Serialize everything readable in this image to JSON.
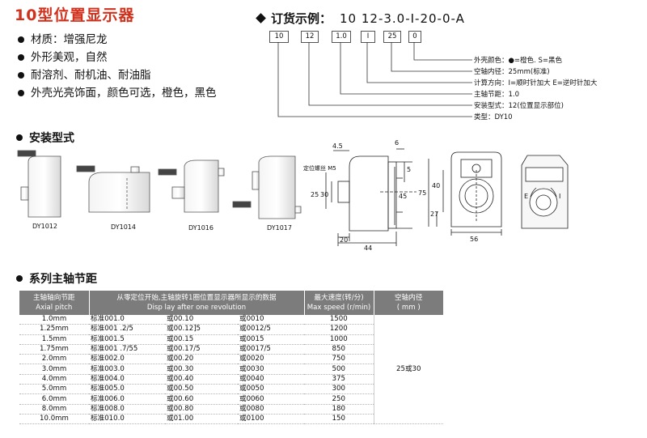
{
  "title": "10型位置显示器",
  "features": [
    "材质：增强尼龙",
    "外形美观，自然",
    "耐溶剂、耐机油、耐油脂",
    "外壳光亮饰面，颜色可选，橙色，黑色"
  ],
  "order": {
    "title": "订货示例：",
    "code": "10  12-3.0-I-20-0-A",
    "boxes": [
      "10",
      "12",
      "1.0",
      "I",
      "25",
      "0"
    ],
    "legend": [
      "外壳颜色：●=橙色. S=黑色",
      "空轴内径：25mm(标准)",
      "计算方向：I=顺时针加大  E=逆时针加大",
      "主轴节距：1.0",
      "安装型式：12(位置显示部位)",
      "类型：DY10"
    ]
  },
  "install": {
    "title": "安装型式",
    "models": [
      "DY1012",
      "DY1014",
      "DY1016",
      "DY1017"
    ],
    "dims": {
      "d45": "4.5",
      "d6": "6",
      "d5": "5",
      "d25": "25",
      "d30": "30",
      "d45b": "45",
      "d20": "20",
      "d44": "44",
      "d40": "40",
      "d75": "75",
      "d27": "27",
      "d56": "56",
      "screw": "定位螺丝 M5",
      "dir_e": "E",
      "dir_i": "I"
    }
  },
  "table_section": {
    "title": "系列主轴节距",
    "headers": {
      "pitch": "主轴轴向节距\nAxial pitch",
      "display": "从零定位开始,主轴旋转1圈位置显示器所显示的数据\nDisp lay after one revolution",
      "speed": "最大速度(转/分)\nMax speed (r/min)",
      "bore": "空轴内径\n( mm )"
    },
    "bore_value": "25或30",
    "rows": [
      [
        "1.0mm",
        "标准001.0",
        "或00.10",
        "或0010",
        "1500"
      ],
      [
        "1.25mm",
        "标准001 .2/5",
        "或00.12]5",
        "或0012/5",
        "1200"
      ],
      [
        "1.5mm",
        "标准001.5",
        "或00.15",
        "或0015",
        "1000"
      ],
      [
        "1.75mm",
        "标准001 .7/55",
        "或00.17/5",
        "或0017/5",
        "850"
      ],
      [
        "2.0mm",
        "标准002.0",
        "或00.20",
        "或0020",
        "750"
      ],
      [
        "3.0mm",
        "标准003.0",
        "或00.30",
        "或0030",
        "500"
      ],
      [
        "4.0mm",
        "标准004.0",
        "或00.40",
        "或0040",
        "375"
      ],
      [
        "5.0mm",
        "标准005.0",
        "或00.50",
        "或0050",
        "300"
      ],
      [
        "6.0mm",
        "标准006.0",
        "或00.60",
        "或0060",
        "250"
      ],
      [
        "8.0mm",
        "标准008.0",
        "或00.80",
        "或0080",
        "180"
      ],
      [
        "10.0mm",
        "标准010.0",
        "或01.00",
        "或0100",
        "150"
      ]
    ]
  }
}
